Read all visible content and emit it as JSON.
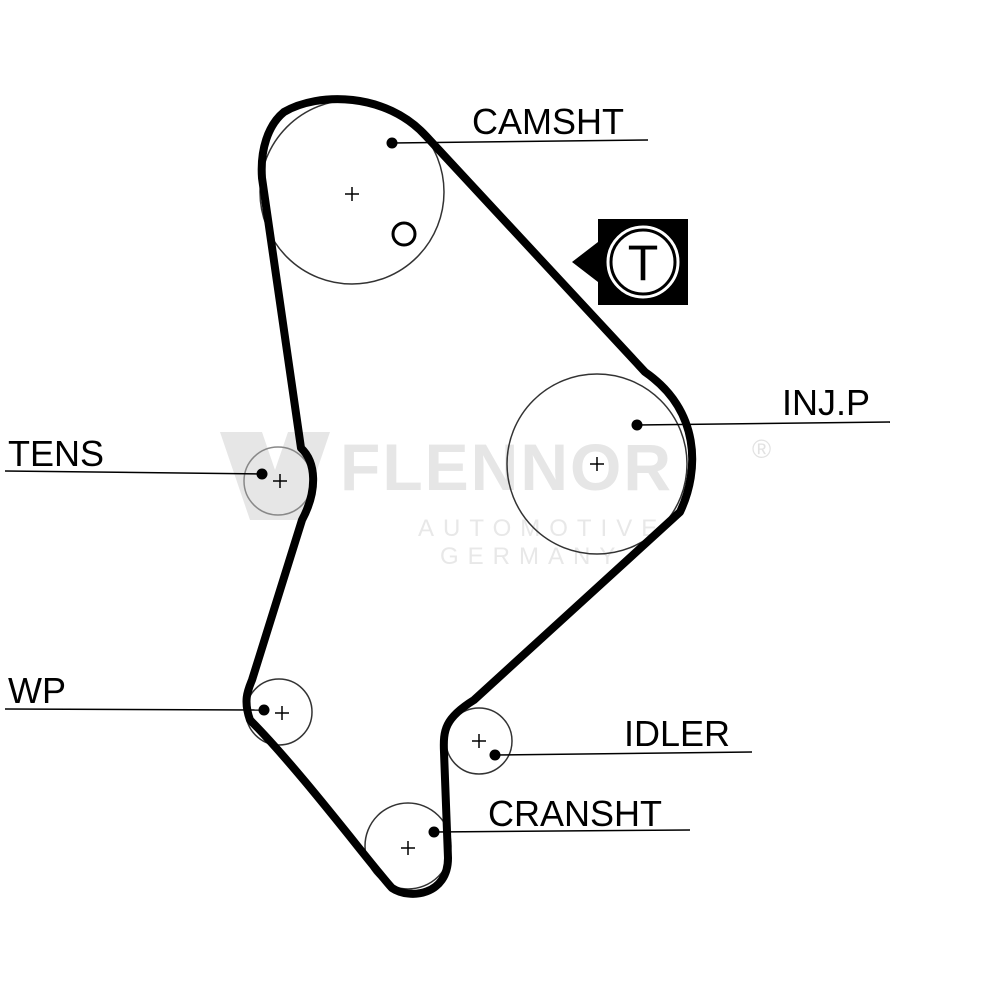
{
  "watermark": {
    "brand": "FLENNOR",
    "registered": "®",
    "line1": "AUTOMOTIVE",
    "line2": "GERMANY"
  },
  "tension_marker": {
    "letter": "T"
  },
  "pulleys": [
    {
      "id": "camshaft",
      "label": "CAMSHT"
    },
    {
      "id": "injection-pump",
      "label": "INJ.P"
    },
    {
      "id": "tensioner",
      "label": "TENS"
    },
    {
      "id": "water-pump",
      "label": "WP"
    },
    {
      "id": "idler",
      "label": "IDLER"
    },
    {
      "id": "crankshaft",
      "label": "CRANSHT"
    }
  ],
  "colors": {
    "belt": "#000000",
    "pulley_outline": "#333333",
    "watermark": "#e6e6e6"
  }
}
